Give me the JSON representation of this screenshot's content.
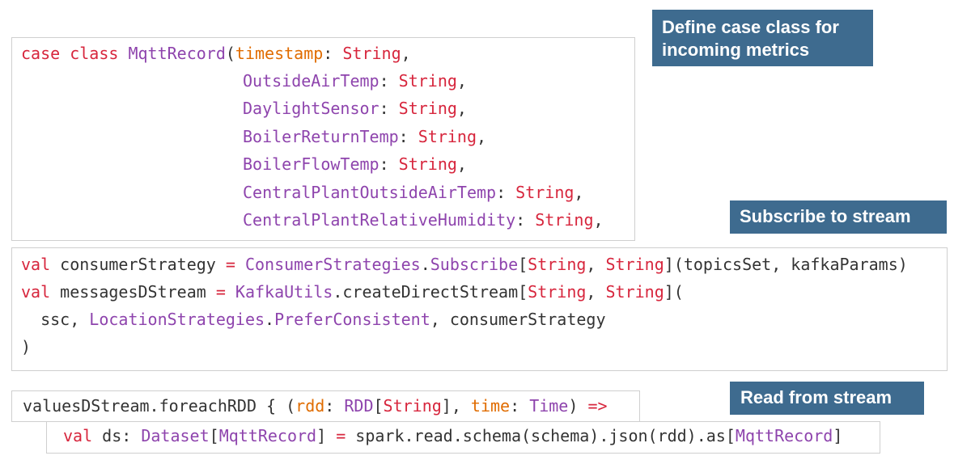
{
  "callouts": {
    "define": "Define case class for incoming metrics",
    "subscribe": "Subscribe to stream",
    "read": "Read from stream"
  },
  "code": {
    "case_class": {
      "l1_kw": "case class ",
      "l1_name": "MqttRecord",
      "l1_paren": "(",
      "l1_param": "timestamp",
      "l1_colon": ": ",
      "l1_type": "String",
      "l1_comma": ",",
      "fields": [
        {
          "name": "OutsideAirTemp",
          "type": "String"
        },
        {
          "name": "DaylightSensor",
          "type": "String"
        },
        {
          "name": "BoilerReturnTemp",
          "type": "String"
        },
        {
          "name": "BoilerFlowTemp",
          "type": "String"
        },
        {
          "name": "CentralPlantOutsideAirTemp",
          "type": "String"
        },
        {
          "name": "CentralPlantRelativeHumidity",
          "type": "String"
        }
      ],
      "field_colon": ": ",
      "field_comma": ","
    },
    "subscribe": {
      "l1_val": "val",
      "l1_ident": " consumerStrategy ",
      "l1_eq": "=",
      "l1_obj": " ConsumerStrategies",
      "l1_dot": ".",
      "l1_method": "Subscribe",
      "l1_lb": "[",
      "l1_t1": "String",
      "l1_sep": ", ",
      "l1_t2": "String",
      "l1_rb": "]",
      "l1_args": "(topicsSet, kafkaParams)",
      "l2_val": "val",
      "l2_ident": " messagesDStream ",
      "l2_eq": "=",
      "l2_obj": " KafkaUtils",
      "l2_method": ".createDirectStream",
      "l2_lb": "[",
      "l2_t1": "String",
      "l2_sep": ", ",
      "l2_t2": "String",
      "l2_rb": "](",
      "l3_indent": "  ssc, ",
      "l3_obj": "LocationStrategies",
      "l3_dot": ".",
      "l3_member": "PreferConsistent",
      "l3_rest": ", consumerStrategy",
      "l4_close": ")"
    },
    "read": {
      "l1_pre": "valuesDStream.foreachRDD { (",
      "l1_param": "rdd",
      "l1_colon": ": ",
      "l1_type": "RDD",
      "l1_lb": "[",
      "l1_t": "String",
      "l1_rb": "], ",
      "l1_param2": "time",
      "l1_colon2": ": ",
      "l1_type2": "Time",
      "l1_close": ") ",
      "l1_arrow": "=>",
      "l2_val": "val",
      "l2_ident": " ds",
      "l2_colon": ": ",
      "l2_type": "Dataset",
      "l2_lb": "[",
      "l2_t": "MqttRecord",
      "l2_rb": "] ",
      "l2_eq": "=",
      "l2_mid": " spark.read.schema(schema).json(rdd).as",
      "l2_lb2": "[",
      "l2_t2": "MqttRecord",
      "l2_rb2": "]"
    }
  }
}
